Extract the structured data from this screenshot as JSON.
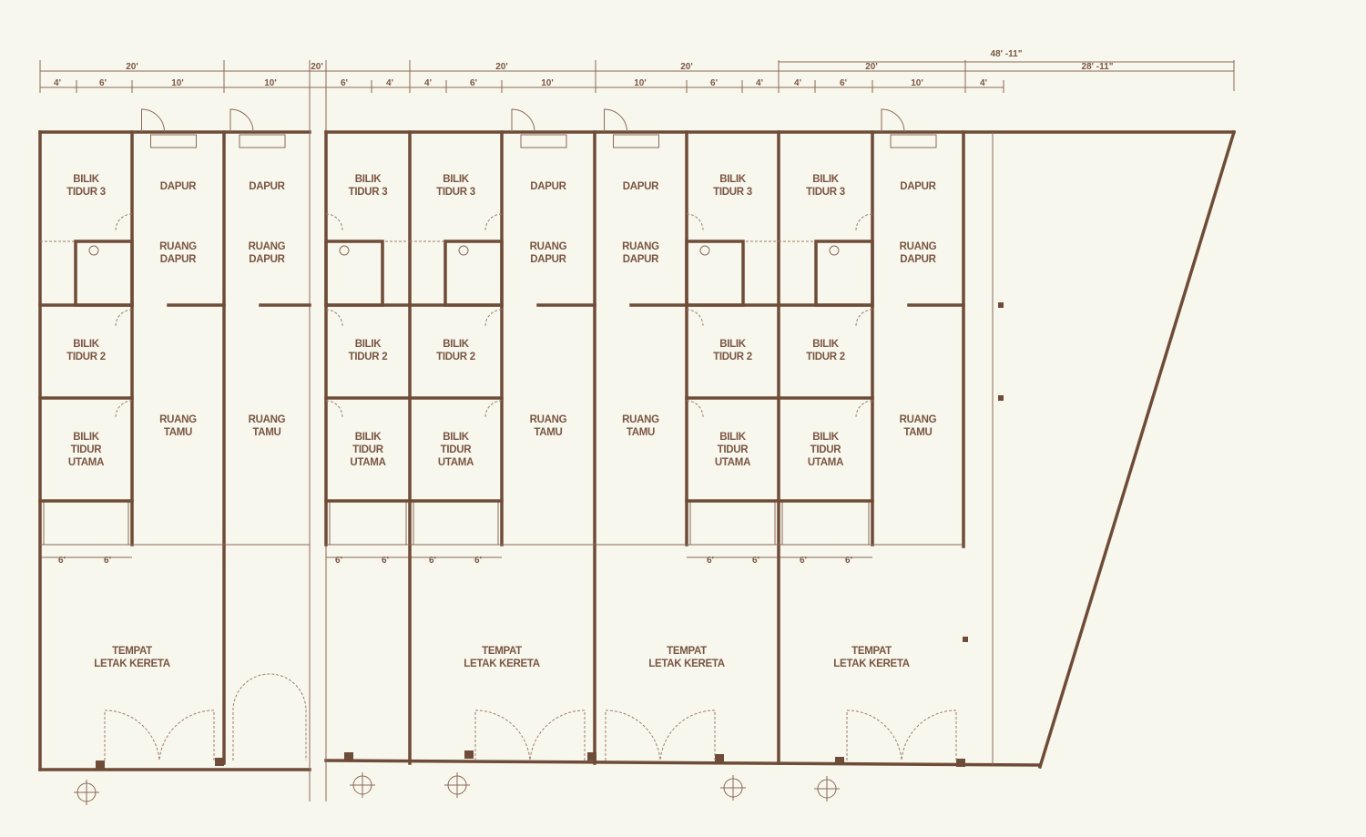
{
  "title": "Floor plan - terrace houses",
  "rooms": {
    "bilik_tidur_3": [
      "BILIK",
      "TIDUR 3"
    ],
    "bilik_tidur_2": [
      "BILIK",
      "TIDUR 2"
    ],
    "bilik_tidur_utama": [
      "BILIK",
      "TIDUR",
      "UTAMA"
    ],
    "dapur": [
      "DAPUR"
    ],
    "ruang_dapur": [
      "RUANG",
      "DAPUR"
    ],
    "ruang_tamu": [
      "RUANG",
      "TAMU"
    ],
    "tempat_letak_kereta": [
      "TEMPAT",
      "LETAK KERETA"
    ]
  },
  "dimensions": {
    "overall": [
      "20'",
      "20'",
      "20'",
      "20'",
      "20'",
      "48' -11\"",
      "28' -11\""
    ],
    "segments": [
      "4'",
      "6'",
      "10'",
      "10'",
      "6'",
      "4'",
      "4'",
      "6'",
      "10'",
      "10'",
      "6'",
      "4'",
      "4'",
      "6'",
      "10'",
      "4'"
    ],
    "bath": [
      "6'",
      "6'",
      "6'",
      "6'",
      "6'",
      "6'",
      "6'",
      "6'",
      "6'",
      "6'"
    ]
  },
  "colors": {
    "wall": "#6e4c37",
    "text": "#7a5641",
    "background": "#f8f7ee"
  }
}
